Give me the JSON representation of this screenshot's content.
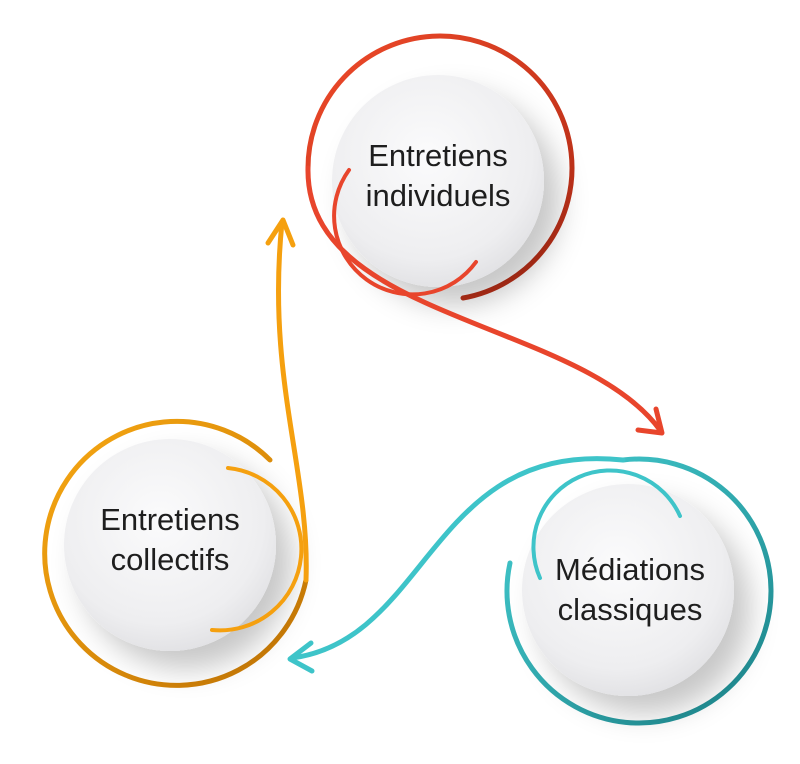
{
  "nodes": [
    {
      "id": "individuels",
      "line1": "Entretiens",
      "line2": "individuels",
      "color": "#e8452c",
      "color_dark": "#b8321a"
    },
    {
      "id": "mediations",
      "line1": "Médiations",
      "line2": "classiques",
      "color": "#3ec4c9",
      "color_dark": "#1f8f95"
    },
    {
      "id": "collectifs",
      "line1": "Entretiens",
      "line2": "collectifs",
      "color": "#f5a00f",
      "color_dark": "#c77c06"
    }
  ],
  "arrows": [
    {
      "from": "individuels",
      "to": "mediations",
      "color": "#e8452c"
    },
    {
      "from": "mediations",
      "to": "collectifs",
      "color": "#3ec4c9"
    },
    {
      "from": "collectifs",
      "to": "individuels",
      "color": "#f5a00f"
    }
  ],
  "background": "#ffffff",
  "disc_fill": "#f1f1f3"
}
